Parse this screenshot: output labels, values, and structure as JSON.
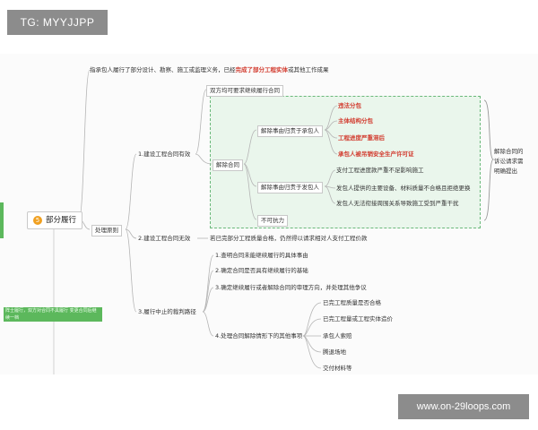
{
  "watermark_top": "TG: MYYJJPP",
  "watermark_bottom": "www.on-29loops.com",
  "root": {
    "icon_text": "5",
    "label": "部分履行"
  },
  "note": "阵士履行，双方对合同不具履行 变更合同后继续一档",
  "branch_top": {
    "text_pre": "指承包人履行了部分设计、勘察、施工或监理义务，已经",
    "text_hl": "完成了部分工程实体",
    "text_post": "或其他工作成果"
  },
  "principle": "处理原则",
  "b1": {
    "label": "1.建设工程合同有效",
    "top_item": "双方均可要求继续履行合同",
    "terminate": "解除合同",
    "contractor": {
      "label": "解除事由归责于承包人",
      "items": [
        "违法分包",
        "主体结构分包",
        "工程进度严重滞后",
        "承包人被吊销安全生产许可证"
      ]
    },
    "employer": {
      "label": "解除事由归责于发包人",
      "items": [
        "支付工程进度款严重不足影响施工",
        "发包人提供的主要设备、材料质量不合格且拒绝更换",
        "发包人无法衔接周围关系导致施工受到严重干扰"
      ]
    },
    "force": "不可抗力",
    "side_note": "解除合同的诉讼请求需明确提出"
  },
  "b2": {
    "label": "2.建设工程合同无效",
    "desc": "若已完部分工程质量合格，仍然得以请求相对人支付工程价款"
  },
  "b3": {
    "label": "3.履行中止的裁判路径",
    "steps": [
      "1.查明合同未能继续履行的具体事由",
      "2.确定合同是否具有继续履行的基础",
      "3.确定继续履行或者解除合同的审理方向，并处理其他争议"
    ],
    "step4": "4.处理合同解除情形下的其他事项",
    "step4_items": [
      "已完工程质量是否合格",
      "已完工程量或工程实体造价",
      "承包人索赔",
      "腾退场地",
      "交付材料等"
    ]
  }
}
